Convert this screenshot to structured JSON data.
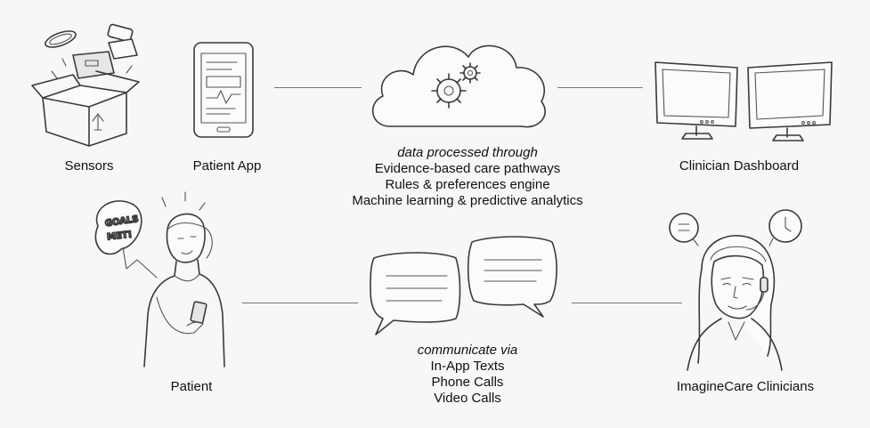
{
  "nodes": {
    "sensors": "Sensors",
    "patient_app": "Patient App",
    "clinician_dashboard": "Clinician Dashboard",
    "patient": "Patient",
    "clinicians": "ImagineCare Clinicians"
  },
  "cloud_caption": {
    "lead": "data processed through",
    "lines": [
      "Evidence-based care pathways",
      "Rules & preferences engine",
      "Machine learning & predictive analytics"
    ]
  },
  "messages_caption": {
    "lead": "communicate via",
    "lines": [
      "In-App Texts",
      "Phone Calls",
      "Video Calls"
    ]
  },
  "speech_bubble": {
    "line1": "GOALS",
    "line2": "MET!"
  },
  "icons": {
    "sensors": "sensors-box-icon",
    "patient_app": "tablet-icon",
    "cloud": "cloud-gears-icon",
    "dashboard": "dual-monitor-icon",
    "patient": "patient-figure-icon",
    "messages": "chat-bubbles-icon",
    "clinician": "clinician-headset-icon"
  }
}
